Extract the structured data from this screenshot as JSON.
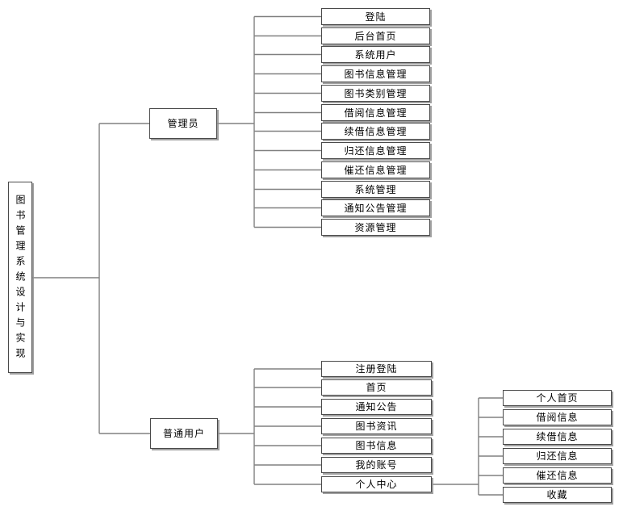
{
  "root": {
    "label": "图书管理系统设计与实现"
  },
  "admin": {
    "label": "管理员",
    "children": [
      "登陆",
      "后台首页",
      "系统用户",
      "图书信息管理",
      "图书类别管理",
      "借阅信息管理",
      "续借信息管理",
      "归还信息管理",
      "催还信息管理",
      "系统管理",
      "通知公告管理",
      "资源管理"
    ]
  },
  "user": {
    "label": "普通用户",
    "children": [
      "注册登陆",
      "首页",
      "通知公告",
      "图书资讯",
      "图书信息",
      "我的账号",
      "个人中心"
    ]
  },
  "personal_center": {
    "children": [
      "个人首页",
      "借阅信息",
      "续借信息",
      "归还信息",
      "催还信息",
      "收藏"
    ]
  },
  "colors": {
    "line": "#808080",
    "box_border": "#4a4a4a",
    "box_shadow": "#919191",
    "text": "#000000",
    "background": "#ffffff"
  }
}
